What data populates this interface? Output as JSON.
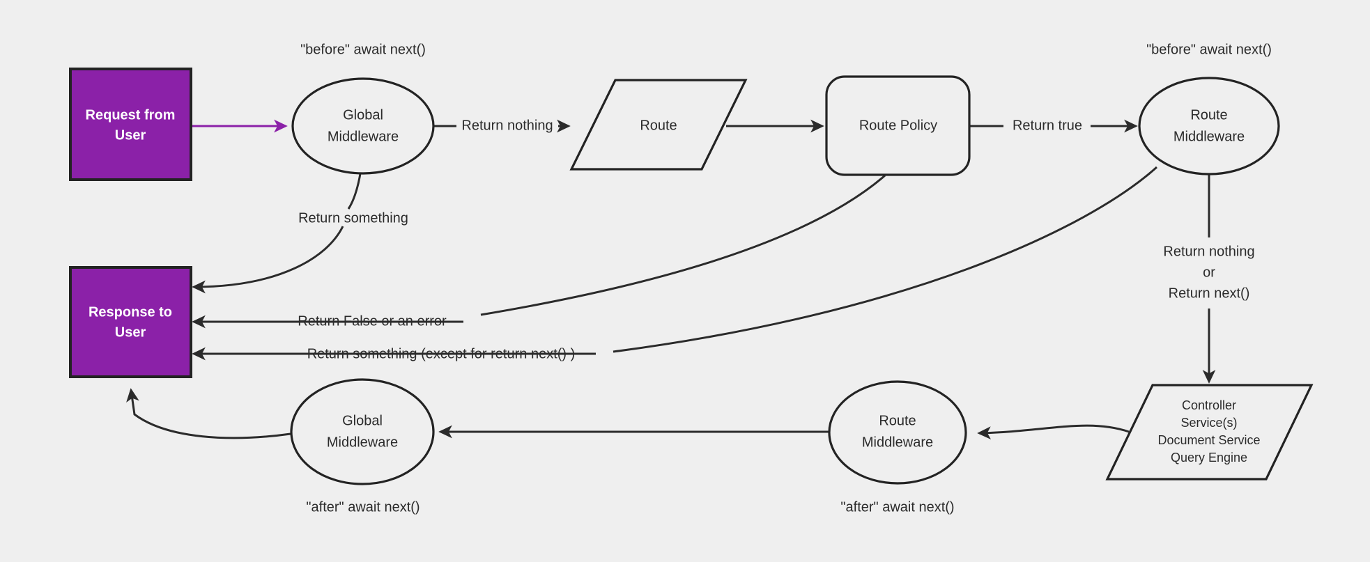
{
  "diagram": {
    "background_color": "#efefef",
    "stroke_color": "#2b2b2b",
    "accent_color": "#8B21A8",
    "nodes": [
      {
        "id": "request",
        "label_line1": "Request from",
        "label_line2": "User",
        "shape": "rect-filled"
      },
      {
        "id": "global_mw_top",
        "label_line1": "Global",
        "label_line2": "Middleware",
        "shape": "ellipse"
      },
      {
        "id": "route",
        "label_line1": "Route",
        "label_line2": "",
        "shape": "parallelogram"
      },
      {
        "id": "route_policy",
        "label_line1": "Route Policy",
        "label_line2": "",
        "shape": "rounded-rect"
      },
      {
        "id": "route_mw_top",
        "label_line1": "Route",
        "label_line2": "Middleware",
        "shape": "ellipse"
      },
      {
        "id": "response",
        "label_line1": "Response to",
        "label_line2": "User",
        "shape": "rect-filled"
      },
      {
        "id": "controller",
        "label_line1": "Controller",
        "label_line2": "Service(s)",
        "label_line3": "Document Service",
        "label_line4": "Query Engine",
        "shape": "parallelogram"
      },
      {
        "id": "route_mw_bottom",
        "label_line1": "Route",
        "label_line2": "Middleware",
        "shape": "ellipse"
      },
      {
        "id": "global_mw_bottom",
        "label_line1": "Global",
        "label_line2": "Middleware",
        "shape": "ellipse"
      }
    ],
    "annotations": [
      {
        "id": "before_global",
        "text": "\"before\" await next()"
      },
      {
        "id": "before_route_mw",
        "text": "\"before\" await next()"
      },
      {
        "id": "after_global",
        "text": "\"after\" await next()"
      },
      {
        "id": "after_route_mw",
        "text": "\"after\" await next()"
      }
    ],
    "edge_labels": [
      {
        "id": "return_nothing",
        "text": "Return nothing"
      },
      {
        "id": "return_true",
        "text": "Return true"
      },
      {
        "id": "return_something_top",
        "text": "Return something"
      },
      {
        "id": "return_false_error",
        "text": "Return False or an error"
      },
      {
        "id": "return_something_except",
        "text": "Return something (except for return next() )"
      },
      {
        "id": "return_nothing_or_next_1",
        "text": "Return nothing"
      },
      {
        "id": "return_nothing_or_next_2",
        "text": "or"
      },
      {
        "id": "return_nothing_or_next_3",
        "text": "Return next()"
      }
    ]
  }
}
